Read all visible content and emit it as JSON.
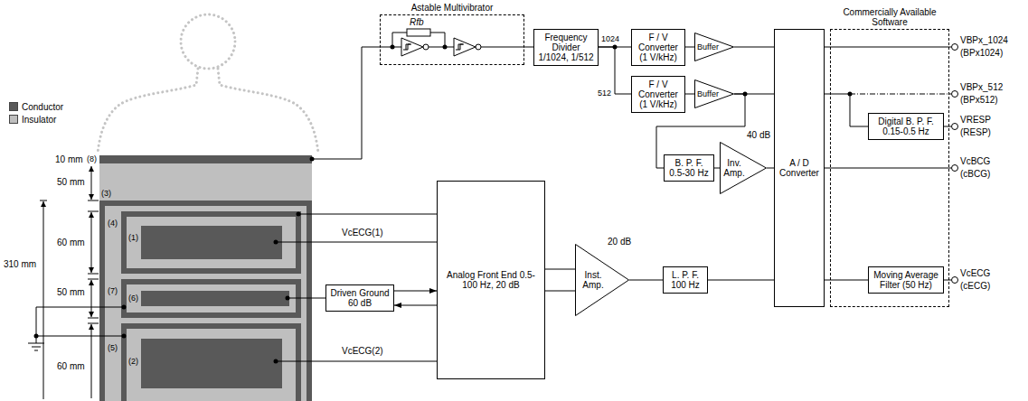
{
  "diagram": {
    "nodes": [
      {
        "text": [
          "Astable Multivibrator"
        ]
      },
      {
        "text": [
          "Frequency Divider 1/1024, 1/512"
        ]
      },
      {
        "text": [
          "F / V Converter (1 V/kHz)"
        ]
      },
      {
        "text": [
          "F / V Converter (1 V/kHz)"
        ]
      },
      {
        "text": [
          "Buffer"
        ]
      },
      {
        "text": [
          "Buffer"
        ]
      },
      {
        "text": [
          "B. P. F. 0.5-30 Hz"
        ]
      },
      {
        "text": [
          "Inv. Amp."
        ]
      },
      {
        "text": [
          "A / D Converter"
        ]
      },
      {
        "text": [
          "Commercially Available Software"
        ]
      },
      {
        "text": [
          "Digital B. P. F. 0.15-0.5 Hz"
        ],
        "in": 9
      },
      {
        "text": [
          "Moving Average Filter (50 Hz)"
        ],
        "in": 9
      },
      {
        "text": [
          "Analog Front End 0.5-100 Hz, 20 dB"
        ]
      },
      {
        "text": [
          "Driven Ground 60 dB"
        ]
      },
      {
        "text": [
          "Inst. Amp."
        ]
      },
      {
        "text": [
          "L. P. F. 100 Hz"
        ]
      }
    ],
    "edges": [
      {
        "from": 0,
        "to": 1,
        "arrow": "none"
      },
      {
        "from": 1,
        "to": 2,
        "arrow": "none"
      },
      {
        "from": 1,
        "to": 3,
        "arrow": "none"
      },
      {
        "from": 2,
        "to": 4,
        "arrow": "none"
      },
      {
        "from": 3,
        "to": 5,
        "arrow": "none"
      },
      {
        "from": 4,
        "to": 8,
        "arrow": "none"
      },
      {
        "from": 5,
        "to": 8,
        "arrow": "none"
      },
      {
        "from": 5,
        "to": 6,
        "arrow": "none"
      },
      {
        "from": 6,
        "to": 7,
        "arrow": "none"
      },
      {
        "from": 7,
        "to": 8,
        "arrow": "none"
      },
      {
        "from": 8,
        "to": 10,
        "arrow": "none"
      },
      {
        "from": 8,
        "to": 11,
        "arrow": "none"
      },
      {
        "from": 12,
        "to": 14,
        "arrow": "none"
      },
      {
        "from": 12,
        "to": 14,
        "arrow": "none"
      },
      {
        "from": 14,
        "to": 15,
        "arrow": "none"
      },
      {
        "from": 15,
        "to": 8,
        "arrow": "none"
      },
      {
        "from": 13,
        "to": 12,
        "arrow": "to"
      },
      {
        "from": 12,
        "to": 13,
        "arrow": "to"
      }
    ],
    "labels": [
      "Rfb",
      "1024",
      "512",
      "40 dB",
      "20 dB",
      "VBPx_1024",
      "(BPx1024)",
      "VBPx_512",
      "(BPx512)",
      "VRESP",
      "(RESP)",
      "VcBCG",
      "(cBCG)",
      "VcECG",
      "(cECG)",
      "10 mm",
      "(8)",
      "50 mm",
      "(3)",
      "(4)",
      "60 mm",
      "(1)",
      "310 mm",
      "50 mm",
      "(7)",
      "(6)",
      "(5)",
      "60 mm",
      "(2)",
      "VcECG(1)",
      "VcECG(2)"
    ],
    "legend": [
      {
        "text": "Conductor",
        "color": "#595959"
      },
      {
        "text": "Insulator",
        "color": "#bfbfbf"
      }
    ]
  }
}
